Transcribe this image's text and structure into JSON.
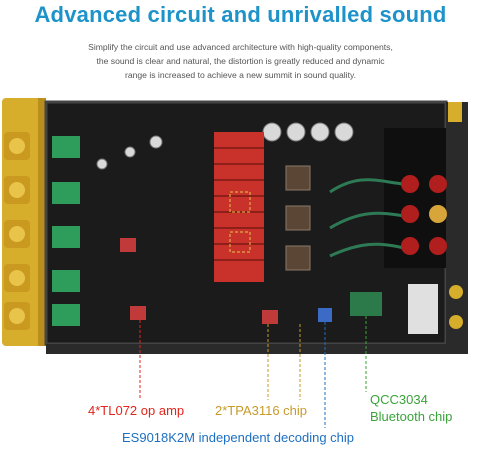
{
  "header": {
    "title": "Advanced circuit and unrivalled sound",
    "description_lines": [
      "Simplify the circuit and use advanced architecture with high-quality components,",
      "the sound is clear and natural, the distortion is greatly reduced and dynamic",
      "range is increased to achieve a new summit in sound quality."
    ]
  },
  "callouts": {
    "tl072": "4*TL072 op amp",
    "tpa3116": "2*TPA3116 chip",
    "qcc3034": "QCC3034",
    "bluetooth": "Bluetooth chip",
    "es9018": "ES9018K2M independent decoding chip"
  },
  "colors": {
    "title": "#1d93c9",
    "tl072": "#e2241b",
    "tpa3116": "#c79a2a",
    "bluetooth": "#3aa33a",
    "es9018": "#1d6fc1",
    "board": "#1b1b1b",
    "chassis_gold": "#d7ad2c"
  }
}
